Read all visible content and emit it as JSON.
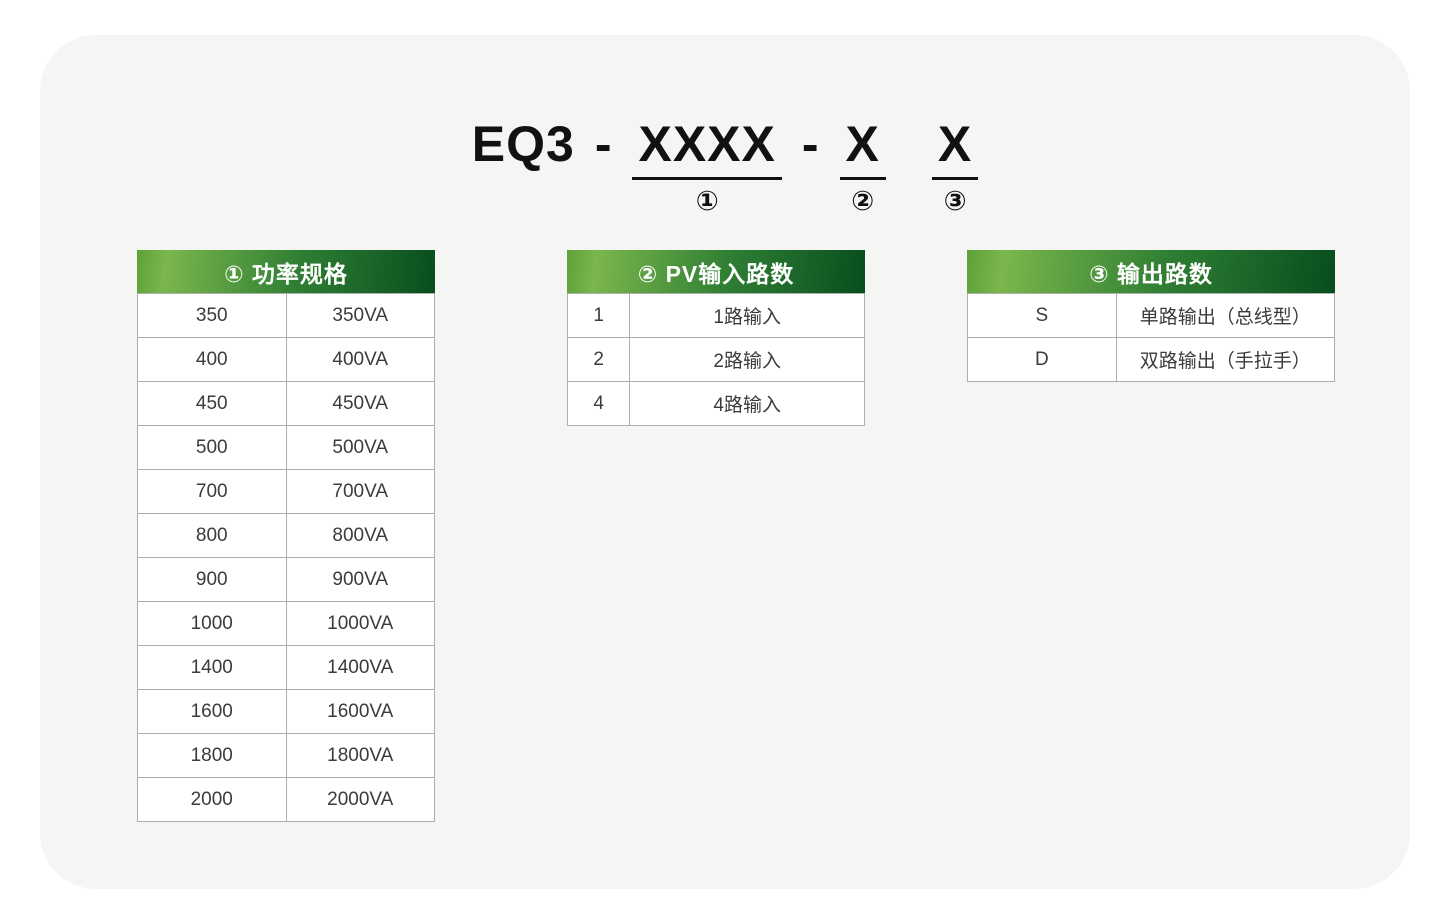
{
  "model_code": {
    "prefix": "EQ3",
    "dash": "-",
    "segments": [
      {
        "text": "XXXX",
        "marker": "①"
      },
      {
        "text": "X",
        "marker": "②"
      },
      {
        "text": "X",
        "marker": "③"
      }
    ]
  },
  "tables": [
    {
      "id": "power-spec",
      "title": "① 功率规格",
      "rows": [
        [
          "350",
          "350VA"
        ],
        [
          "400",
          "400VA"
        ],
        [
          "450",
          "450VA"
        ],
        [
          "500",
          "500VA"
        ],
        [
          "700",
          "700VA"
        ],
        [
          "800",
          "800VA"
        ],
        [
          "900",
          "900VA"
        ],
        [
          "1000",
          "1000VA"
        ],
        [
          "1400",
          "1400VA"
        ],
        [
          "1600",
          "1600VA"
        ],
        [
          "1800",
          "1800VA"
        ],
        [
          "2000",
          "2000VA"
        ]
      ]
    },
    {
      "id": "pv-input-count",
      "title": "② PV输入路数",
      "rows": [
        [
          "1",
          "1路输入"
        ],
        [
          "2",
          "2路输入"
        ],
        [
          "4",
          "4路输入"
        ]
      ]
    },
    {
      "id": "output-count",
      "title": "③ 输出路数",
      "rows": [
        [
          "S",
          "单路输出（总线型）"
        ],
        [
          "D",
          "双路输出（手拉手）"
        ]
      ]
    }
  ],
  "colors": {
    "header_gradient_light": "#7ab74c",
    "header_gradient_dark": "#084e1e",
    "card_background": "#f5f5f4",
    "cell_border": "#adadad",
    "body_text": "#3b3b3b",
    "title_text": "#111111"
  }
}
